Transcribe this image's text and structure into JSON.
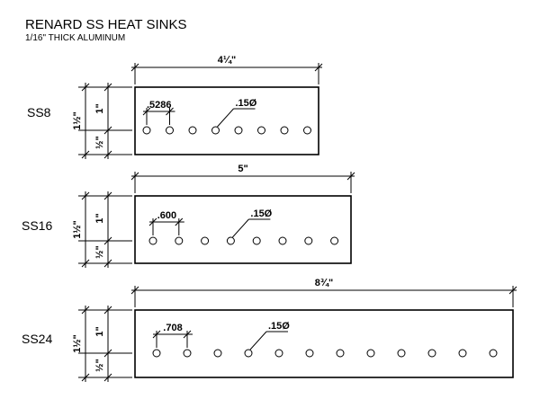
{
  "title": "RENARD SS HEAT SINKS",
  "subtitle": "1/16\" THICK ALUMINUM",
  "sinks": [
    {
      "name": "SS8",
      "width": "4¼\"",
      "height": "1½\"",
      "hole_offset": "1\"",
      "edge_offset": "½\"",
      "pitch": ".5286",
      "hole_dia": ".15Ø",
      "holes": 8
    },
    {
      "name": "SS16",
      "width": "5\"",
      "height": "1½\"",
      "hole_offset": "1\"",
      "edge_offset": "½\"",
      "pitch": ".600",
      "hole_dia": ".15Ø",
      "holes": 8
    },
    {
      "name": "SS24",
      "width": "8¾\"",
      "height": "1½\"",
      "hole_offset": "1\"",
      "edge_offset": "½\"",
      "pitch": ".708",
      "hole_dia": ".15Ø",
      "holes": 12
    }
  ]
}
